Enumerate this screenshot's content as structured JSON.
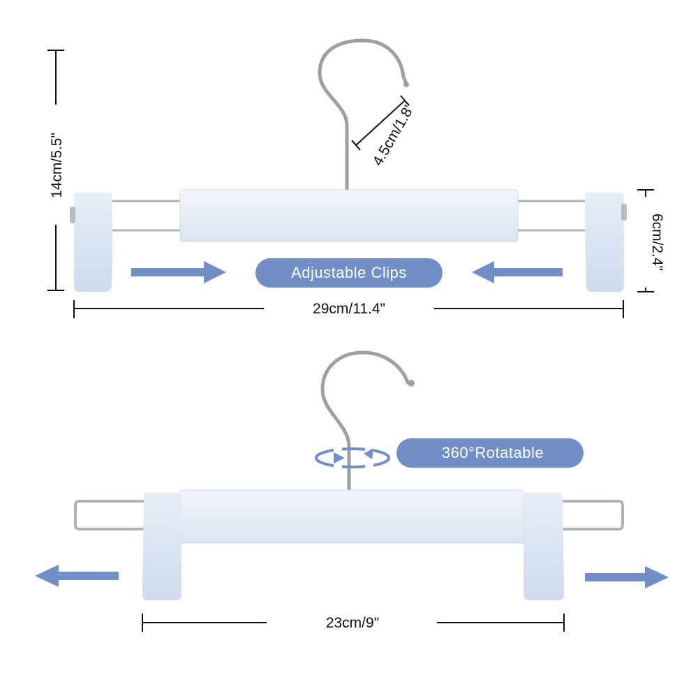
{
  "colors": {
    "hanger_body": "#dfe8f5",
    "hanger_body_edge": "#cfdaea",
    "clip": "#d5e1f1",
    "accent_blue": "#6f8fc6",
    "metal": "#b8bcc2",
    "dim_line": "#111111"
  },
  "top_figure": {
    "height_label": "14cm/5.5\"",
    "hook_label": "4.5cm/1.8\"",
    "clip_label": "6cm/2.4\"",
    "width_label": "29cm/11.4\"",
    "pill_label": "Adjustable Clips",
    "icons": [
      "hanger-hook-icon",
      "arrow-right-icon",
      "arrow-left-icon"
    ]
  },
  "bottom_figure": {
    "pill_label": "360°Rotatable",
    "width_label": "23cm/9\"",
    "icons": [
      "rotate-icon",
      "arrow-left-icon",
      "arrow-right-icon"
    ]
  }
}
